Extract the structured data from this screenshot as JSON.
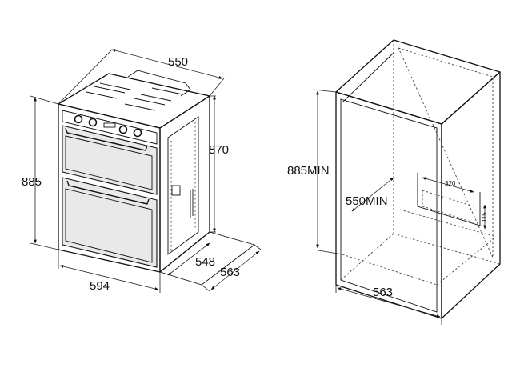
{
  "oven": {
    "width_label": "550",
    "height_label": "870",
    "front_height_label": "885",
    "front_width_label": "594",
    "depth_label": "548",
    "total_depth_label": "563"
  },
  "cabinet": {
    "height_label": "885MIN",
    "depth_label": "550MIN",
    "width_label": "563",
    "cutout_width_label": "320",
    "cutout_height_label": "115"
  }
}
